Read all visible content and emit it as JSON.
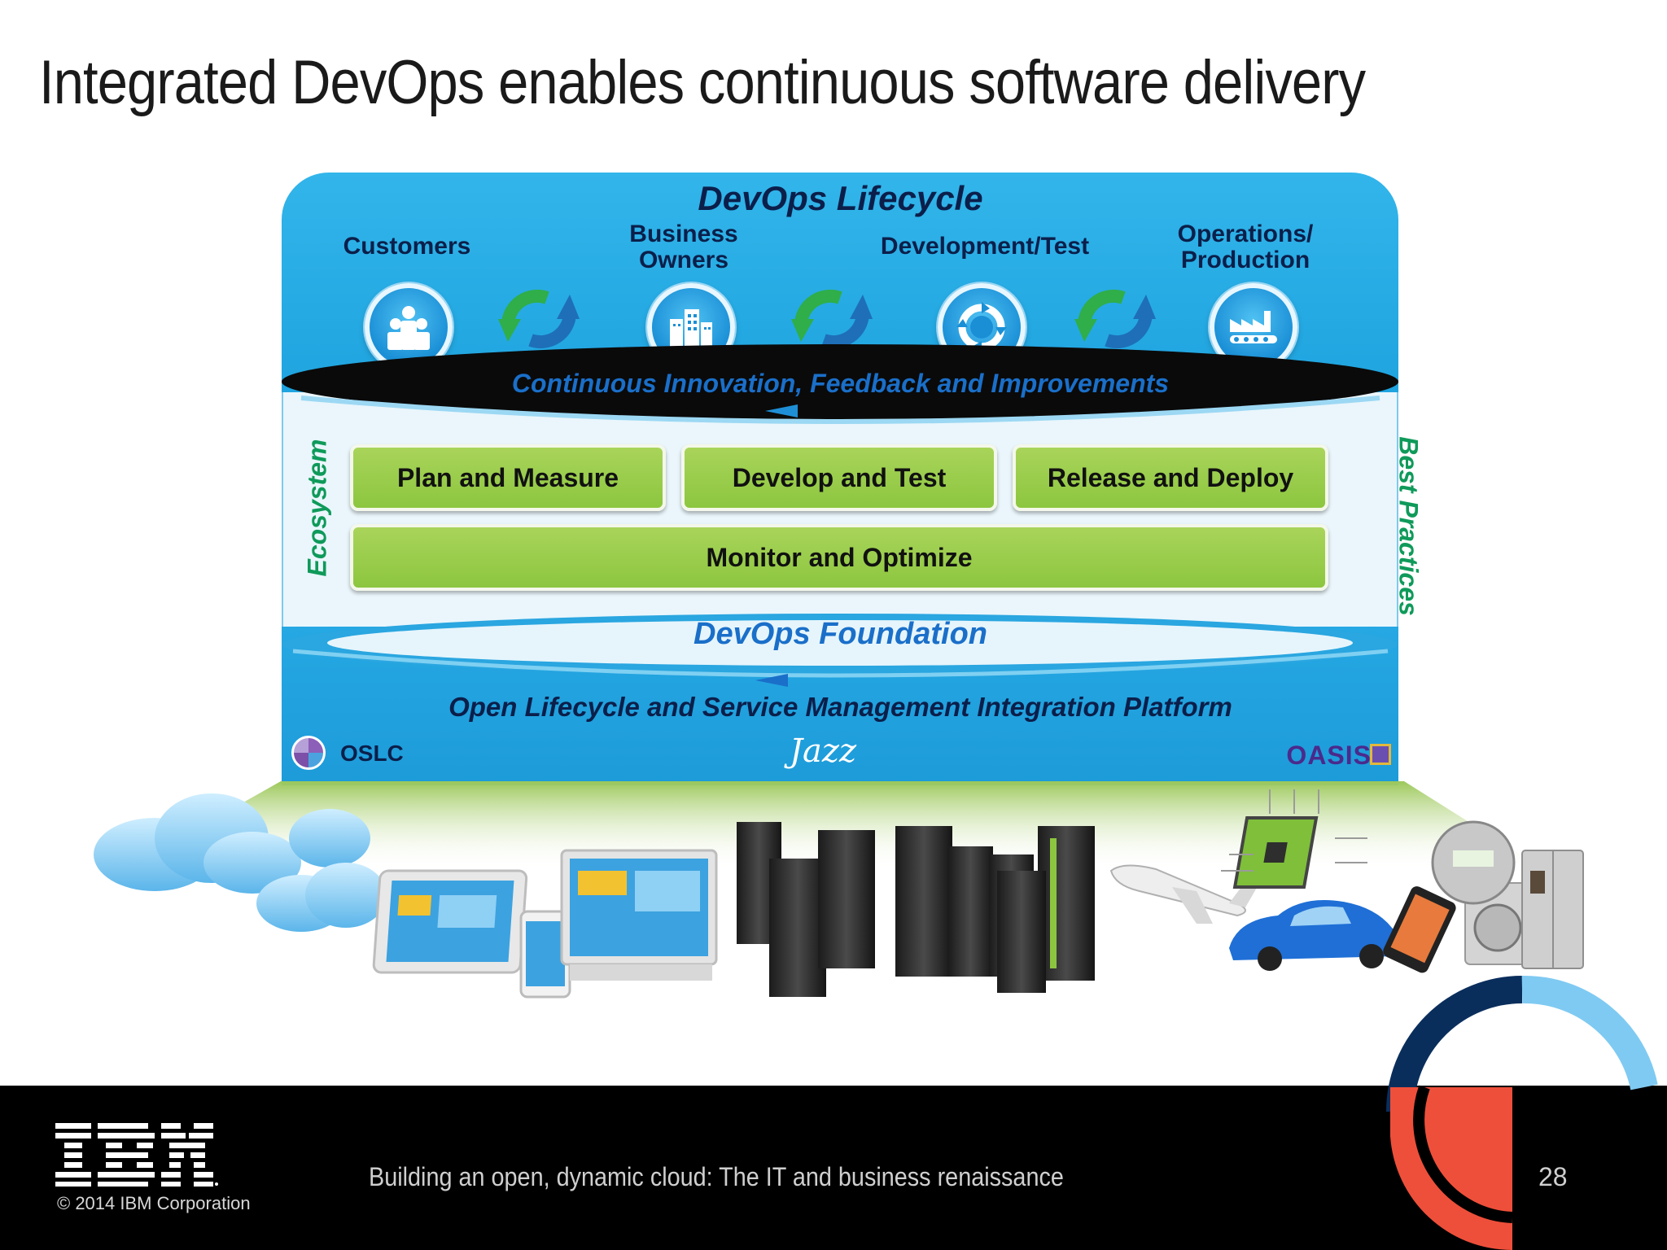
{
  "slide": {
    "title": "Integrated DevOps enables continuous software delivery"
  },
  "diagram": {
    "lifecycle_title": "DevOps Lifecycle",
    "personas": [
      {
        "label": "Customers",
        "icon": "people-group-icon"
      },
      {
        "label": "Business\nOwners",
        "icon": "office-buildings-icon"
      },
      {
        "label": "Development/Test",
        "icon": "circular-arrows-icon"
      },
      {
        "label": "Operations/\nProduction",
        "icon": "factory-icon"
      }
    ],
    "innovation_text": "Continuous Innovation, Feedback and Improvements",
    "left_label": "Ecosystem",
    "right_label": "Best Practices",
    "boxes": {
      "plan": "Plan and Measure",
      "develop": "Develop and Test",
      "release": "Release and Deploy",
      "monitor": "Monitor and Optimize"
    },
    "foundation_text": "DevOps Foundation",
    "platform_text": "Open Lifecycle and Service Management Integration Platform",
    "oslc": "OSLC",
    "jazz": "Jazz",
    "oasis": "OASIS",
    "colors": {
      "lifecycle_blue": "#1ea3df",
      "green_box": "#8cc63f",
      "title_navy": "#0b1f4a",
      "accent_green": "#0f9a5a"
    }
  },
  "footer": {
    "copyright": "© 2014 IBM Corporation",
    "subtitle": "Building an open, dynamic cloud: The IT and business renaissance",
    "page_number": "28",
    "logo": "IBM"
  }
}
